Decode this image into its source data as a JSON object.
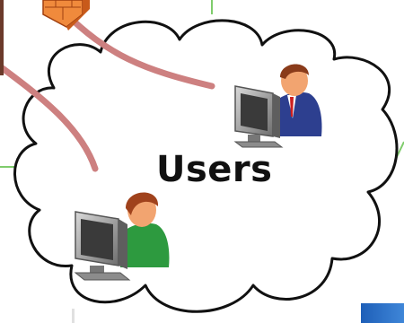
{
  "diagram": {
    "cloud_label": "Users",
    "colors": {
      "cloud_fill": "#ffffff",
      "cloud_stroke": "#111111",
      "link_line": "#cd8080",
      "network_line": "#7fcc6c",
      "firewall": "#f08a3c",
      "user_business_shirt": "#2d3f8f",
      "user_casual_shirt": "#2d9a3f",
      "monitor": "#8c8c8c"
    },
    "nodes": [
      {
        "type": "firewall",
        "icon": "firewall-icon"
      },
      {
        "type": "user",
        "icon": "business-user-at-computer-icon"
      },
      {
        "type": "user",
        "icon": "casual-user-at-computer-icon"
      }
    ]
  }
}
